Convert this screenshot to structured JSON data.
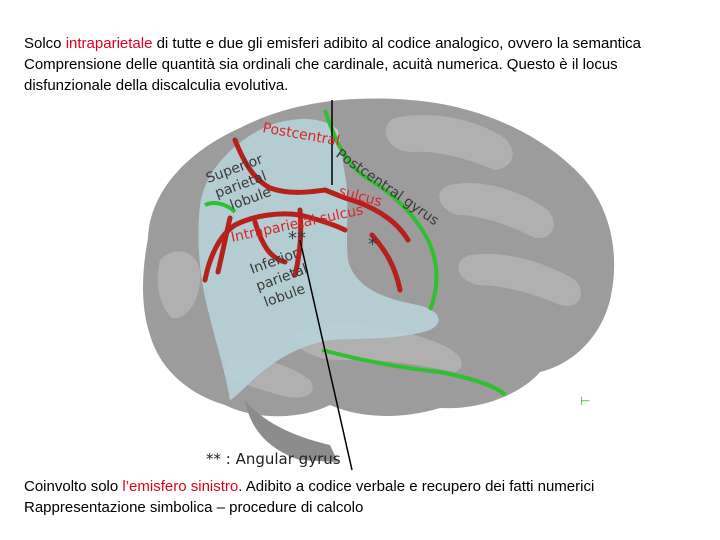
{
  "top_text": {
    "line1_pre": "Solco ",
    "line1_highlight": "intraparietale",
    "line1_post": "  di tutte e due gli emisferi adibito al codice analogico, ovvero la semantica",
    "line2": "Comprensione delle quantità sia ordinali che cardinale, acuità numerica. Questo è il locus",
    "line3": "disfunzionale della discalculia evolutiva."
  },
  "bottom_text": {
    "line1_pre": "Coinvolto solo ",
    "line1_highlight": "l’emisfero sinistro",
    "line1_post": ". Adibito a codice verbale e recupero dei fatti numerici",
    "line2": "Rappresentazione simbolica – procedure di calcolo"
  },
  "figure": {
    "labels": {
      "postcentral_red": "Postcentral",
      "superior_parietal": [
        "Superior",
        "parietal",
        "lobule"
      ],
      "postcentral_gyrus": "Postcentral gyrus",
      "sulcus_1": "sulcus",
      "intraparietal_sulcus": "Intraparietal sulcus",
      "inferior_parietal": [
        "Inferior",
        "parietal",
        "lobule"
      ],
      "double_star": "**",
      "single_star": "*",
      "caption": "** : Angular gyrus"
    },
    "colors": {
      "brain": "#9c9c9c",
      "parietal_overlay": "#b7d3d9",
      "sulcus_red": "#b5211c",
      "gyrus_green": "#2fbf2f",
      "label_red": "#d9252a"
    }
  }
}
